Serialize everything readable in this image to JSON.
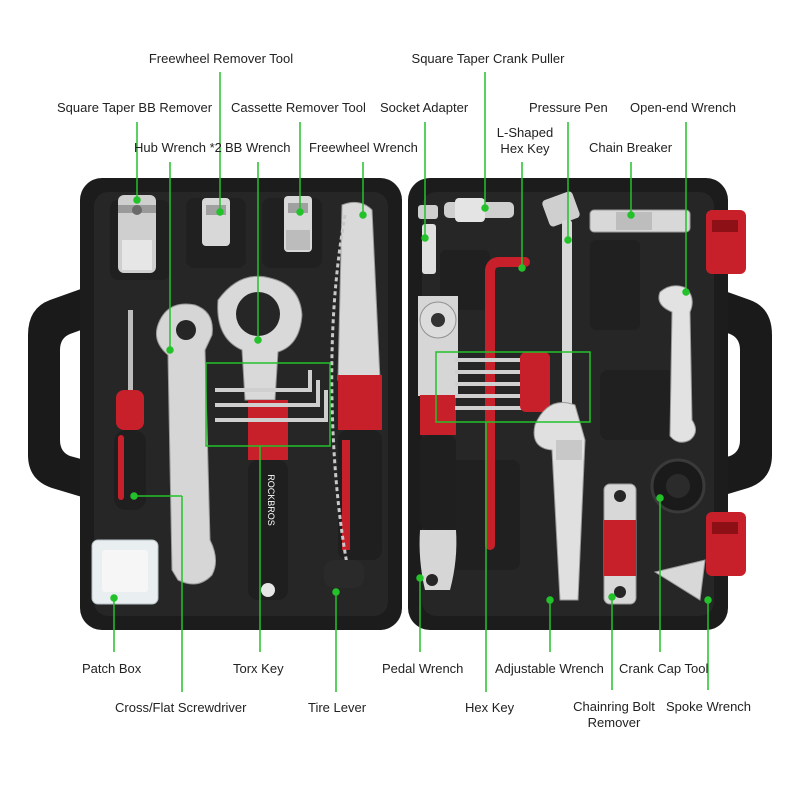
{
  "colors": {
    "accent": "#23c12a",
    "case": "#1c1c1c",
    "tool_red": "#c8202a",
    "steel": "#d9d9d9"
  },
  "labels": {
    "freewheel_remover": "Freewheel Remover Tool",
    "square_taper_crank_puller": "Square Taper Crank Puller",
    "square_taper_bb_remover": "Square Taper BB Remover",
    "cassette_remover": "Cassette Remover Tool",
    "socket_adapter": "Socket Adapter",
    "pressure_pen": "Pressure Pen",
    "open_end_wrench": "Open-end Wrench",
    "l_shaped_hex_key_1": "L-Shaped",
    "l_shaped_hex_key_2": "Hex Key",
    "hub_wrench": "Hub Wrench *2",
    "bb_wrench": "BB Wrench",
    "freewheel_wrench": "Freewheel Wrench",
    "chain_breaker": "Chain Breaker",
    "patch_box": "Patch Box",
    "torx_key": "Torx Key",
    "pedal_wrench": "Pedal Wrench",
    "adjustable_wrench": "Adjustable Wrench",
    "crank_cap_tool": "Crank Cap Tool",
    "cross_flat_screwdriver": "Cross/Flat Screwdriver",
    "tire_lever": "Tire Lever",
    "hex_key": "Hex Key",
    "chainring_bolt_remover_1": "Chainring Bolt",
    "chainring_bolt_remover_2": "Remover",
    "spoke_wrench": "Spoke Wrench"
  },
  "brand": "ROCKBROS"
}
